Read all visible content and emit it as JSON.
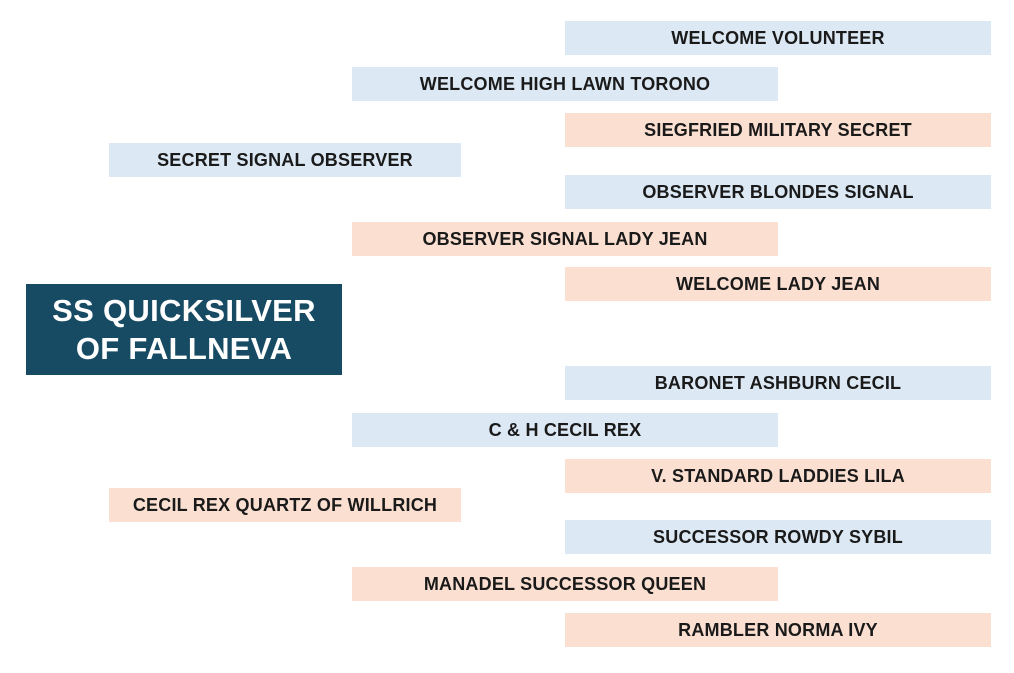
{
  "subject": {
    "name_line1": "SS QUICKSILVER",
    "name_line2": "OF FALLNEVA"
  },
  "sire": {
    "name": "SECRET SIGNAL OBSERVER"
  },
  "dam": {
    "name": "CECIL REX QUARTZ OF WILLRICH"
  },
  "sire_sire": {
    "name": "WELCOME HIGH LAWN TORONO"
  },
  "sire_dam": {
    "name": "OBSERVER SIGNAL LADY JEAN"
  },
  "dam_sire": {
    "name": "C & H CECIL REX"
  },
  "dam_dam": {
    "name": "MANADEL SUCCESSOR QUEEN"
  },
  "sire_sire_sire": {
    "name": "WELCOME VOLUNTEER"
  },
  "sire_sire_dam": {
    "name": "SIEGFRIED MILITARY SECRET"
  },
  "sire_dam_sire": {
    "name": "OBSERVER BLONDES SIGNAL"
  },
  "sire_dam_dam": {
    "name": "WELCOME LADY JEAN"
  },
  "dam_sire_sire": {
    "name": "BARONET ASHBURN CECIL"
  },
  "dam_sire_dam": {
    "name": "V. STANDARD LADDIES LILA"
  },
  "dam_dam_sire": {
    "name": "SUCCESSOR ROWDY SYBIL"
  },
  "dam_dam_dam": {
    "name": "RAMBLER NORMA IVY"
  },
  "colors": {
    "subject_bg": "#174b63",
    "male_bg": "#dce8f4",
    "female_bg": "#fbe0d2"
  }
}
